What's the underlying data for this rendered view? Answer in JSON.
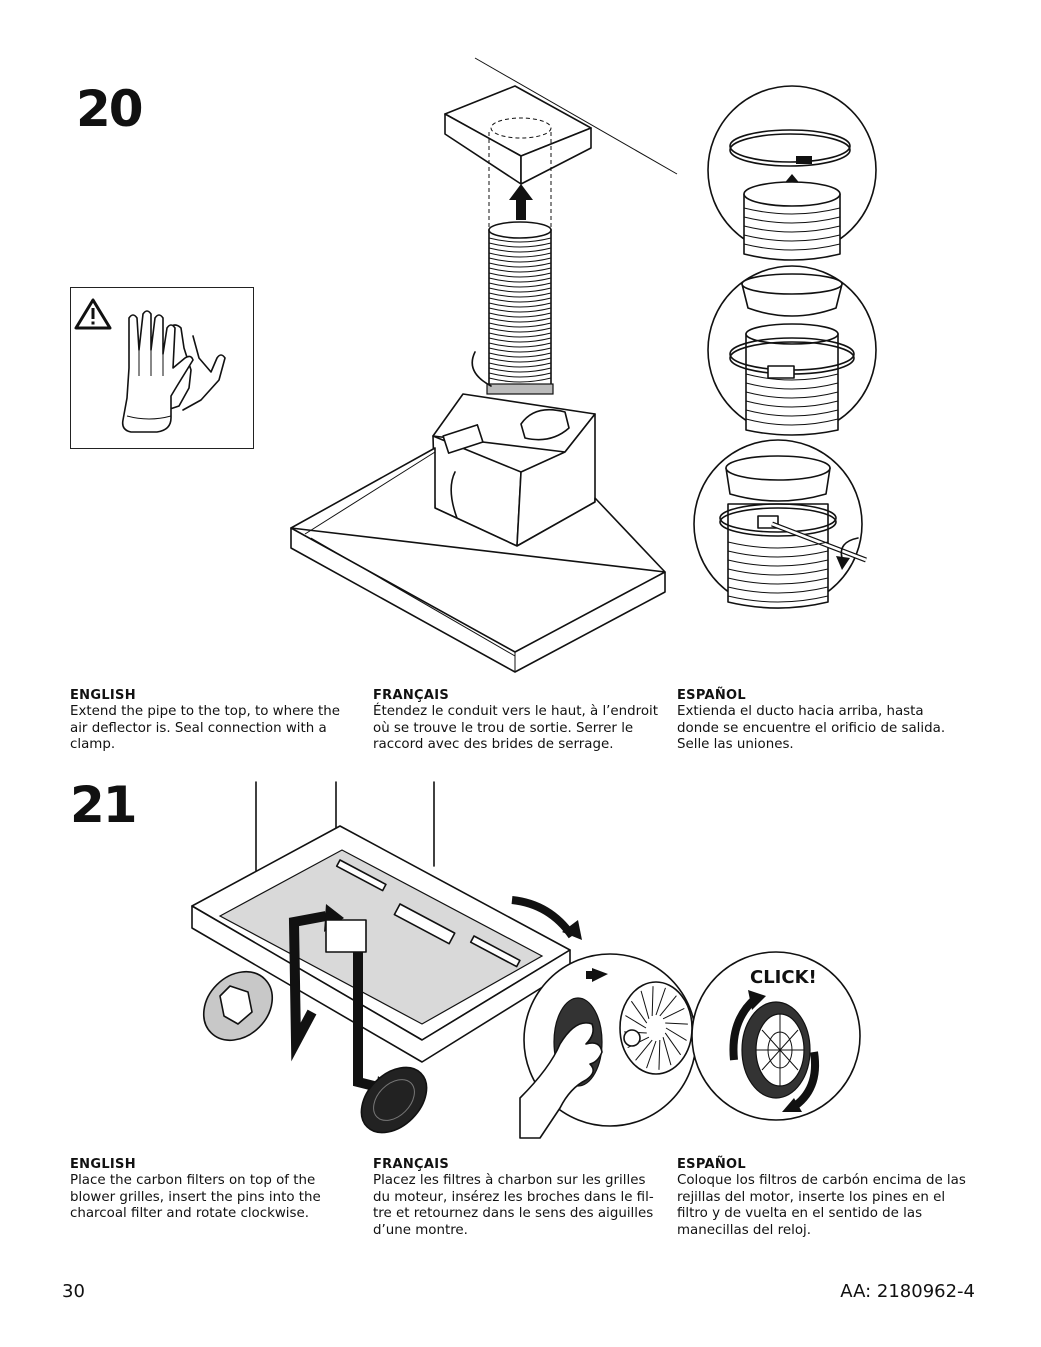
{
  "steps": [
    {
      "number": "20",
      "texts": [
        {
          "lang": "ENGLISH",
          "body": "Extend the pipe to the top, to where the air deflector is. Seal connection with a clamp."
        },
        {
          "lang": "FRANÇAIS",
          "body": "Étendez le conduit vers le haut, à l’endroit où se trouve le trou de sortie. Serrer le raccord avec des brides de serrage."
        },
        {
          "lang": "ESPAÑOL",
          "body": "Extienda el ducto hacia arriba, hasta donde se encuentre el orificio de salida. Selle las uniones."
        }
      ]
    },
    {
      "number": "21",
      "click_label": "CLICK!",
      "texts": [
        {
          "lang": "ENGLISH",
          "body": "Place the carbon filters on top of the blower grilles, insert the pins into the charcoal filter and rotate clockwise."
        },
        {
          "lang": "FRANÇAIS",
          "body": "Placez les filtres à charbon sur les grilles du moteur, insérez les broches dans le fil- tre et retournez dans le sens des aiguilles d’une montre."
        },
        {
          "lang": "ESPAÑOL",
          "body": "Coloque los filtros de carbón encima de las rejillas del motor, inserte los pines en el filtro y de vuelta en el sentido de las manecillas del reloj."
        }
      ]
    }
  ],
  "footer": {
    "page_number": "30",
    "doc_code": "AA: 2180962-4"
  },
  "icons": [
    "warning-icon",
    "gloves-icon"
  ]
}
